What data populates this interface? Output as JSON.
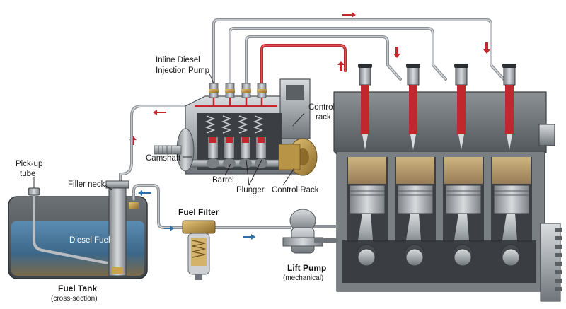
{
  "labels": {
    "pump_title_line1": "Inline Diesel",
    "pump_title_line2": "Injection Pump",
    "control_rack_top_line1": "Control",
    "control_rack_top_line2": "rack",
    "camshaft": "Camshaft",
    "barrel": "Barrel",
    "plunger": "Plunger",
    "control_rack_bottom": "Control Rack",
    "pickup_line1": "Pick-up",
    "pickup_line2": "tube",
    "filler_neck": "Filler neck",
    "diesel_fuel": "Diesel Fuel",
    "fuel_filter": "Fuel Filter",
    "lift_pump": "Lift Pump",
    "lift_pump_sub": "(mechanical)",
    "fuel_tank": "Fuel Tank",
    "fuel_tank_sub": "(cross-section)"
  },
  "colors": {
    "high_pressure": "#c0282d",
    "low_pressure_flow": "#2f6fa8",
    "pipe_metal": "#9a9ea3",
    "engine_metal": "#6e7379",
    "fuel": "#3f6f93"
  },
  "icons": [
    "flow-arrow-icon"
  ]
}
